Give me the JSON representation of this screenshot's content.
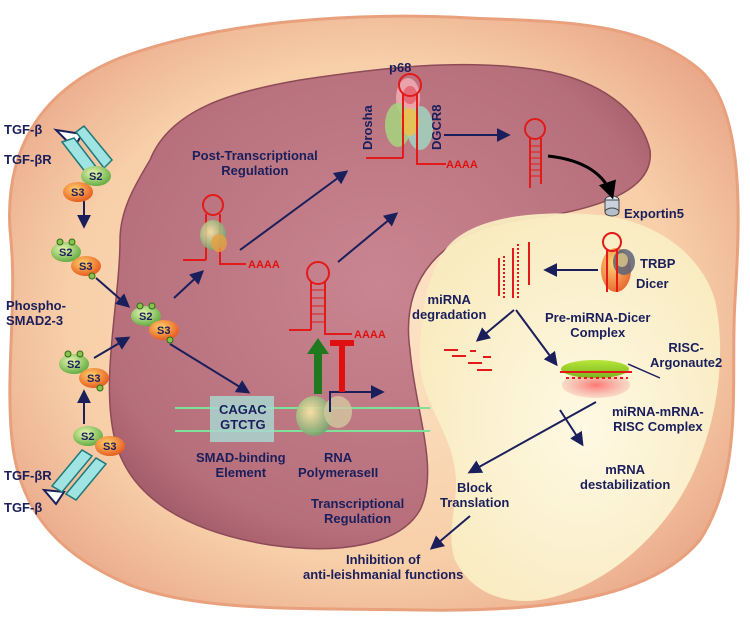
{
  "labels": {
    "p68": "p68",
    "drosha": "Drosha",
    "dgcr8": "DGCR8",
    "aaaa_top": "AAAA",
    "aaaa_left": "AAAA",
    "aaaa_mid": "AAAA",
    "post_transcriptional": "Post-Transcriptional\nRegulation",
    "exportin5": "Exportin5",
    "trbp": "TRBP",
    "dicer": "Dicer",
    "pre_mirna_dicer": "Pre-miRNA-Dicer\nComplex",
    "mirna_degradation": "miRNA\ndegradation",
    "risc_argonaute": "RISC-\nArgonaute2",
    "mirna_mrna_risc": "miRNA-mRNA-\nRISC Complex",
    "mrna_destabilization": "mRNA\ndestabilization",
    "block_translation": "Block\nTranslation",
    "inhibition": "Inhibition of\nanti-leishmanial functions",
    "tgf_beta_top": "TGF-β",
    "tgf_beta_r_top": "TGF-βR",
    "tgf_beta_r_bottom": "TGF-βR",
    "tgf_beta_bottom": "TGF-β",
    "phospho_smad": "Phospho-\nSMAD2-3",
    "cagac": "CAGAC\nGTCTG",
    "smad_binding": "SMAD-binding\nElement",
    "rna_polymerase": "RNA\nPolymeraseII",
    "transcriptional": "Transcriptional\nRegulation",
    "s2": "S2",
    "s3": "S3"
  },
  "colors": {
    "cell_fill": "#f5cda9",
    "nucleus_fill": "#b9717c",
    "cytoplasm_light": "#fbf2cf",
    "arrow": "#1a1f5c",
    "rna": "#e21a1a",
    "green_arrow": "#1f7a1f",
    "red_bar": "#e01010"
  }
}
